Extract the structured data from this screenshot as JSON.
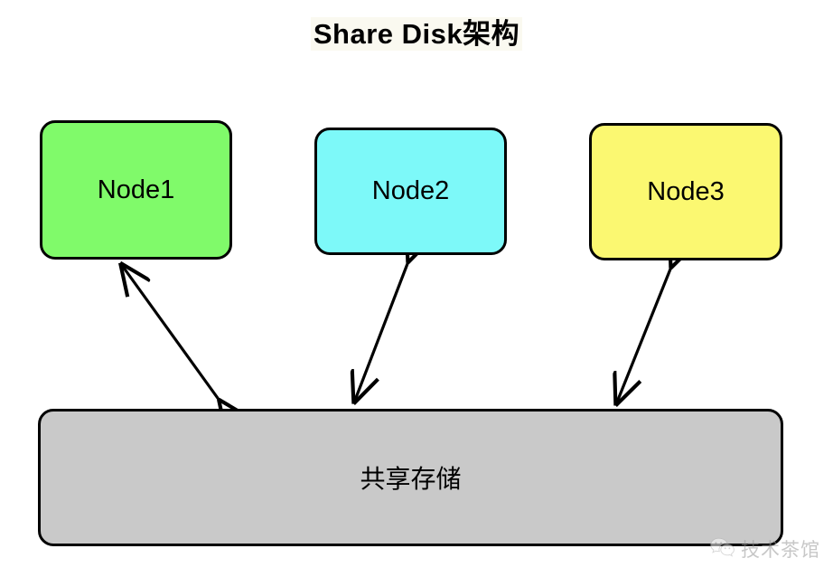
{
  "title": {
    "text": "Share Disk架构"
  },
  "nodes": [
    {
      "label": "Node1",
      "color": "#80fa6a"
    },
    {
      "label": "Node2",
      "color": "#7df9f9"
    },
    {
      "label": "Node3",
      "color": "#fbf871"
    }
  ],
  "storage": {
    "label": "共享存储",
    "color": "#c9c9c9"
  },
  "connections": [
    {
      "from": "Node1",
      "to": "共享存储",
      "style": "double-arrow"
    },
    {
      "from": "Node2",
      "to": "共享存储",
      "style": "double-arrow"
    },
    {
      "from": "Node3",
      "to": "共享存储",
      "style": "double-arrow"
    }
  ],
  "watermark": {
    "text": "技术茶馆",
    "icon": "wechat-icon",
    "color": "#9a9a9a"
  },
  "colors": {
    "background": "#ffffff",
    "stroke": "#000000",
    "title_highlight": "#faf9f0"
  }
}
